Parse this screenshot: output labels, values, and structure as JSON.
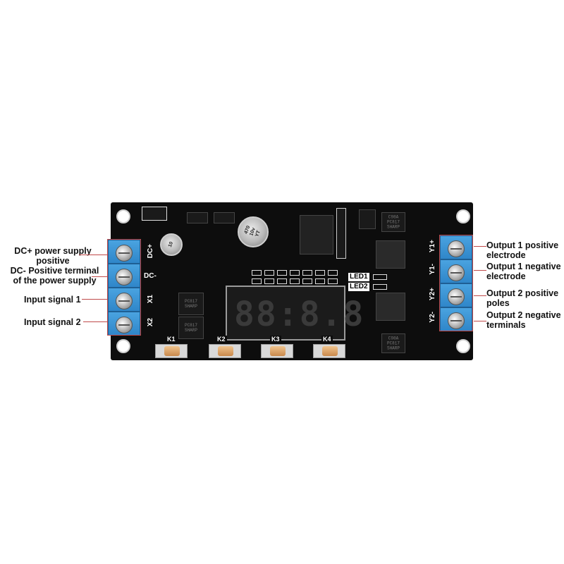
{
  "annotations": {
    "left": [
      {
        "line1": "DC+ power supply",
        "line2": "positive"
      },
      {
        "line1": "DC- Positive terminal",
        "line2": "of the power supply"
      },
      {
        "line1": "Input signal 1",
        "line2": ""
      },
      {
        "line1": "Input signal 2",
        "line2": ""
      }
    ],
    "right": [
      {
        "line1": "Output 1 positive",
        "line2": "electrode"
      },
      {
        "line1": "Output 1 negative",
        "line2": "electrode"
      },
      {
        "line1": "Output 2 positive",
        "line2": "poles"
      },
      {
        "line1": "Output 2 negative",
        "line2": "terminals"
      }
    ]
  },
  "board": {
    "left_pins": [
      "DC+",
      "DC-",
      "X1",
      "X2"
    ],
    "right_pins": [
      "Y1+",
      "Y1-",
      "Y2+",
      "Y2-"
    ],
    "display_digits": "88:8.8",
    "buttons": [
      "K1",
      "K2",
      "K3",
      "K4"
    ],
    "leds": [
      "LED1",
      "LED2"
    ],
    "capacitor_small": "10",
    "capacitor_large": "470\n10v\nYT",
    "optocoupler_text": "PC817\nSHARP",
    "mosfet_text": "C98A\nPC817\nSHARP"
  },
  "colors": {
    "board": "#0d0d0d",
    "terminal": "#2f86c9",
    "callout": "#c04a4a",
    "button_cap": "#d9a26a"
  }
}
